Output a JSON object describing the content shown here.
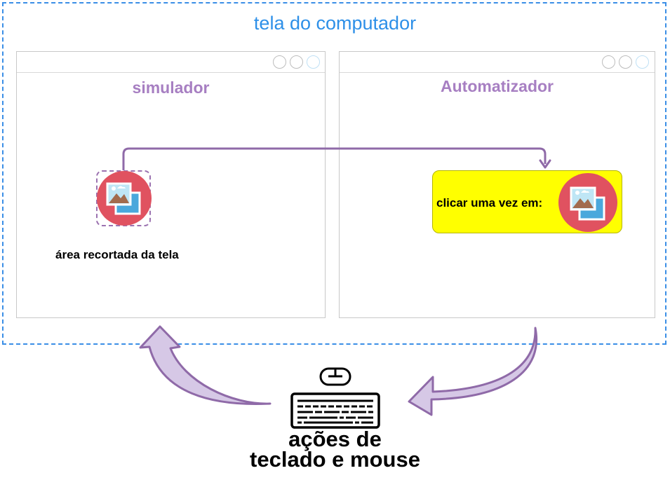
{
  "screen": {
    "title": "tela do computador"
  },
  "windows": {
    "simulator": {
      "title": "simulador",
      "crop_label": "área recortada da tela"
    },
    "automator": {
      "title": "Automatizador",
      "action_label": "clicar uma vez em:"
    }
  },
  "io": {
    "line1": "ações de",
    "line2": "teclado e mouse"
  },
  "colors": {
    "screen_border": "#3a8ee6",
    "screen_title": "#2e90e8",
    "window_title": "#a77fc2",
    "connector": "#8f6aa8",
    "action_fill": "#ffff00",
    "image_icon_circle": "#e05260"
  },
  "icons": [
    "image-icon",
    "mouse-icon",
    "keyboard-icon",
    "window-control-icon"
  ]
}
